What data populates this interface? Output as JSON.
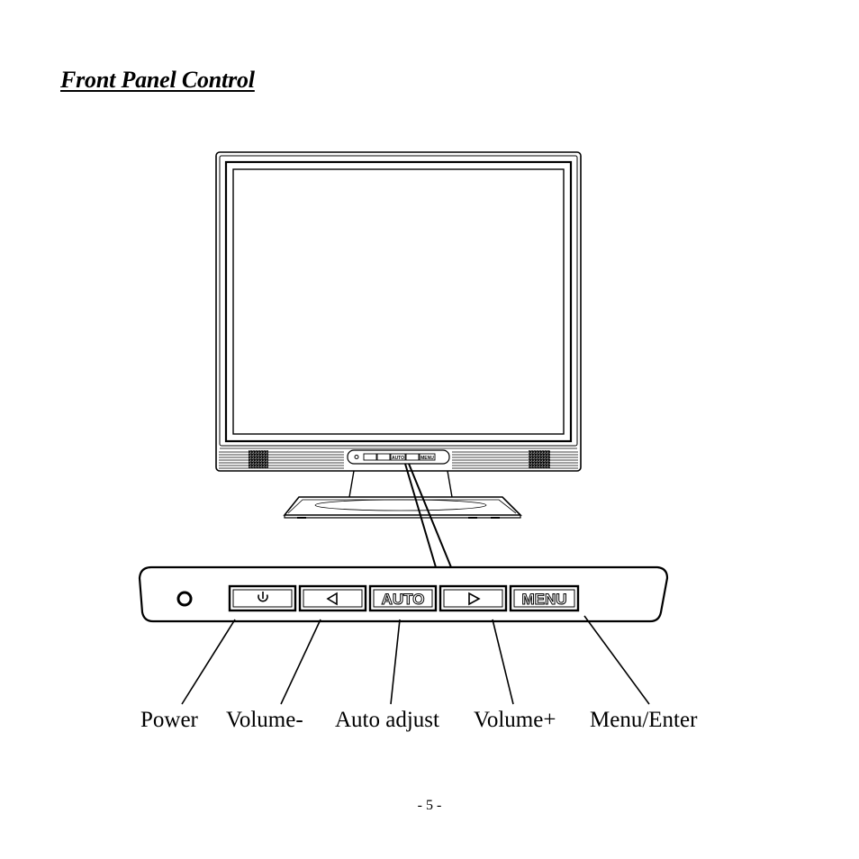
{
  "heading": "Front Panel Control",
  "panel": {
    "power_symbol": "power-icon",
    "left_arrow_symbol": "left-triangle-icon",
    "auto_label": "AUTO",
    "right_arrow_symbol": "right-triangle-icon",
    "menu_label": "MENU",
    "mini_auto_label": "AUTO",
    "mini_menu_label": "MENU"
  },
  "callouts": {
    "power": "Power",
    "volume_minus": "Volume-",
    "auto_adjust": "Auto adjust",
    "volume_plus": "Volume+",
    "menu_enter": "Menu/Enter"
  },
  "page_number": "- 5 -"
}
